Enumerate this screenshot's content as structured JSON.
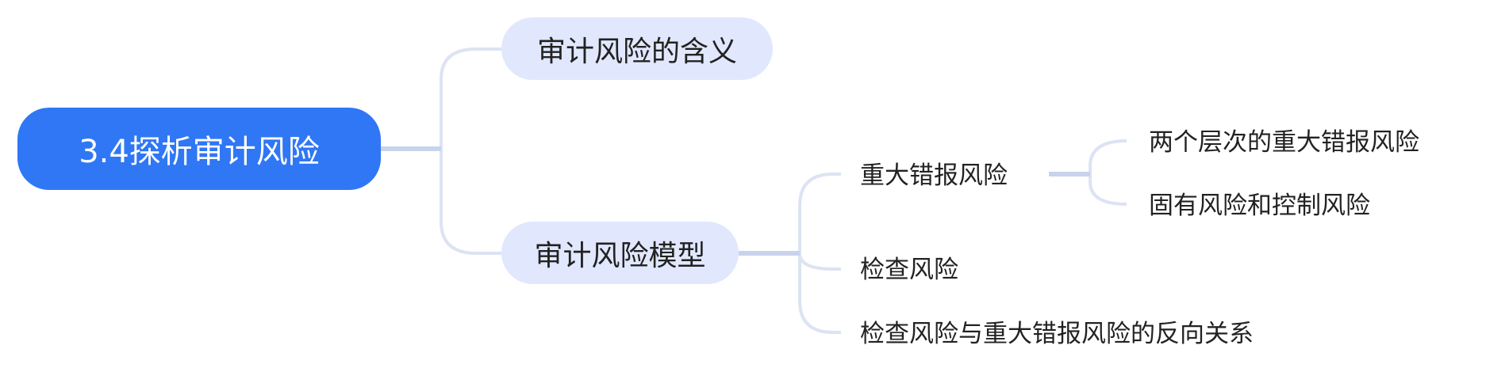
{
  "root": {
    "label": "3.4探析审计风险"
  },
  "branches": [
    {
      "label": "审计风险的含义"
    },
    {
      "label": "审计风险模型",
      "children": [
        {
          "label": "重大错报风险",
          "children": [
            {
              "label": "两个层次的重大错报风险"
            },
            {
              "label": "固有风险和控制风险"
            }
          ]
        },
        {
          "label": "检查风险"
        },
        {
          "label": "检查风险与重大错报风险的反向关系"
        }
      ]
    }
  ],
  "colors": {
    "root": "#2F77F5",
    "branch_bg": "#E1E8FD",
    "connector": "#D5DDF0"
  }
}
